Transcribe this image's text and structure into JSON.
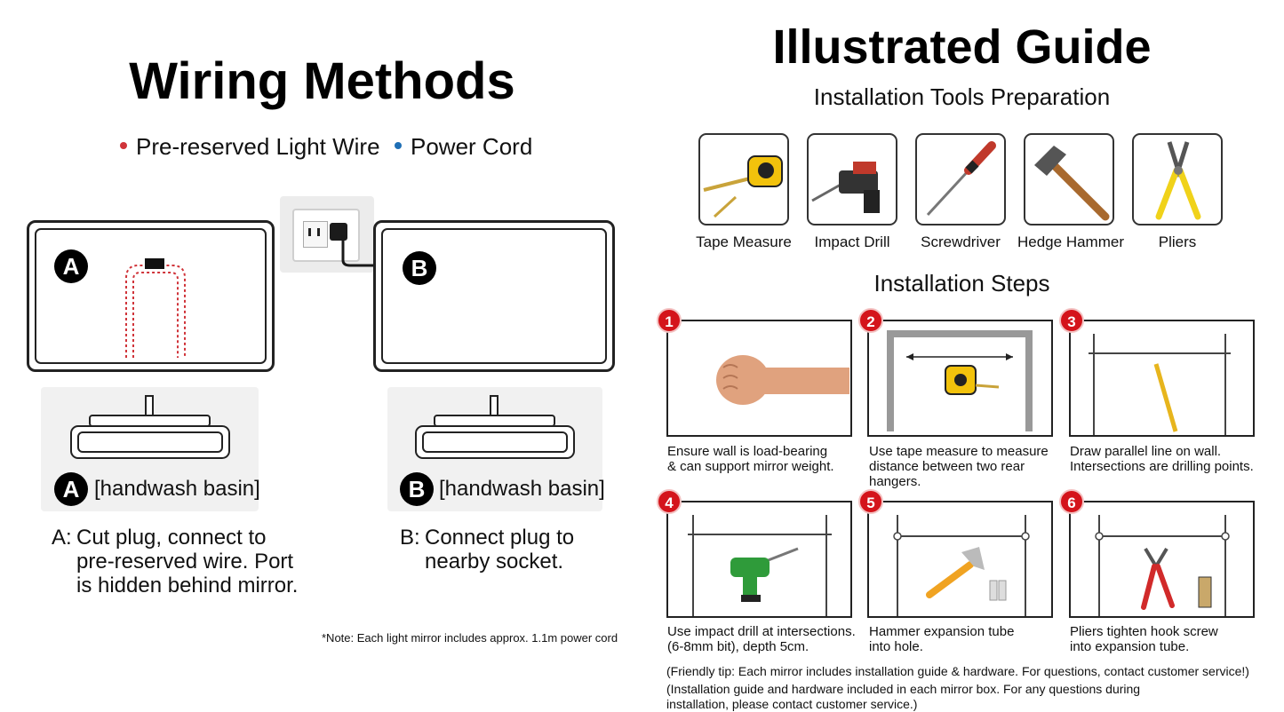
{
  "wiring": {
    "title": "Wiring Methods",
    "legend": [
      {
        "label": "Pre-reserved Light Wire",
        "color": "#d0343a"
      },
      {
        "label": "Power Cord",
        "color": "#1f6fb5"
      }
    ],
    "mirror_a_badge": "A",
    "mirror_b_badge": "B",
    "basin_a": {
      "badge": "A",
      "label": "[handwash basin]"
    },
    "basin_b": {
      "badge": "B",
      "label": "[handwash basin]"
    },
    "method_a": {
      "prefix": "A:",
      "lines": [
        "Cut plug, connect to",
        "pre-reserved wire. Port",
        "is hidden behind mirror."
      ]
    },
    "method_b": {
      "prefix": "B:",
      "lines": [
        "Connect plug to",
        "nearby socket."
      ]
    },
    "note": "*Note: Each light mirror includes approx. 1.1m power cord"
  },
  "guide": {
    "title": "Illustrated Guide",
    "tools_title": "Installation Tools Preparation",
    "tools": [
      {
        "label": "Tape Measure",
        "icon": "tape-measure-icon"
      },
      {
        "label": "Impact Drill",
        "icon": "impact-drill-icon"
      },
      {
        "label": "Screwdriver",
        "icon": "screwdriver-icon"
      },
      {
        "label": "Hedge Hammer",
        "icon": "hammer-icon"
      },
      {
        "label": "Pliers",
        "icon": "pliers-icon"
      }
    ],
    "steps_title": "Installation Steps",
    "steps": [
      {
        "num": "1",
        "lines": [
          "Ensure wall is load-bearing",
          "& can support mirror weight."
        ]
      },
      {
        "num": "2",
        "lines": [
          "Use tape measure to measure",
          "distance between two rear",
          "hangers."
        ]
      },
      {
        "num": "3",
        "lines": [
          "Draw parallel line on wall.",
          "Intersections are drilling points."
        ]
      },
      {
        "num": "4",
        "lines": [
          "Use impact drill at intersections.",
          "(6-8mm bit), depth 5cm."
        ]
      },
      {
        "num": "5",
        "lines": [
          "Hammer expansion tube",
          "into hole."
        ]
      },
      {
        "num": "6",
        "lines": [
          "Pliers tighten hook screw",
          "into expansion tube."
        ]
      }
    ],
    "tip_1": "(Friendly tip: Each mirror includes installation guide & hardware. For questions, contact customer service!)",
    "tip_2": "(Installation guide and hardware included in each mirror box. For any questions during",
    "tip_3": "installation, please contact customer service.)"
  }
}
